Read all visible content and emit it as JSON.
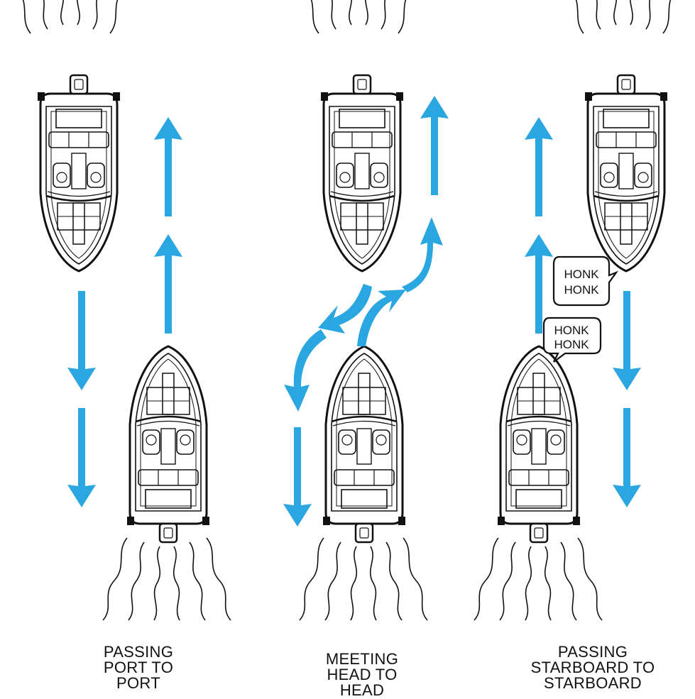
{
  "panels": [
    {
      "caption_lines": [
        "PASSING",
        "PORT TO",
        "PORT"
      ],
      "horns": []
    },
    {
      "caption_lines": [
        "MEETING",
        "HEAD TO",
        "HEAD"
      ],
      "horns": []
    },
    {
      "caption_lines": [
        "PASSING",
        "STARBOARD TO",
        "STARBOARD"
      ],
      "horns": [
        [
          "HONK",
          "HONK"
        ],
        [
          "HONK",
          "HONK"
        ]
      ]
    }
  ],
  "colors": {
    "arrow": "#2aa6e0",
    "outline": "#111111"
  },
  "icons": [
    "boat-icon",
    "wake-icon",
    "arrow-icon",
    "speech-bubble-icon"
  ]
}
